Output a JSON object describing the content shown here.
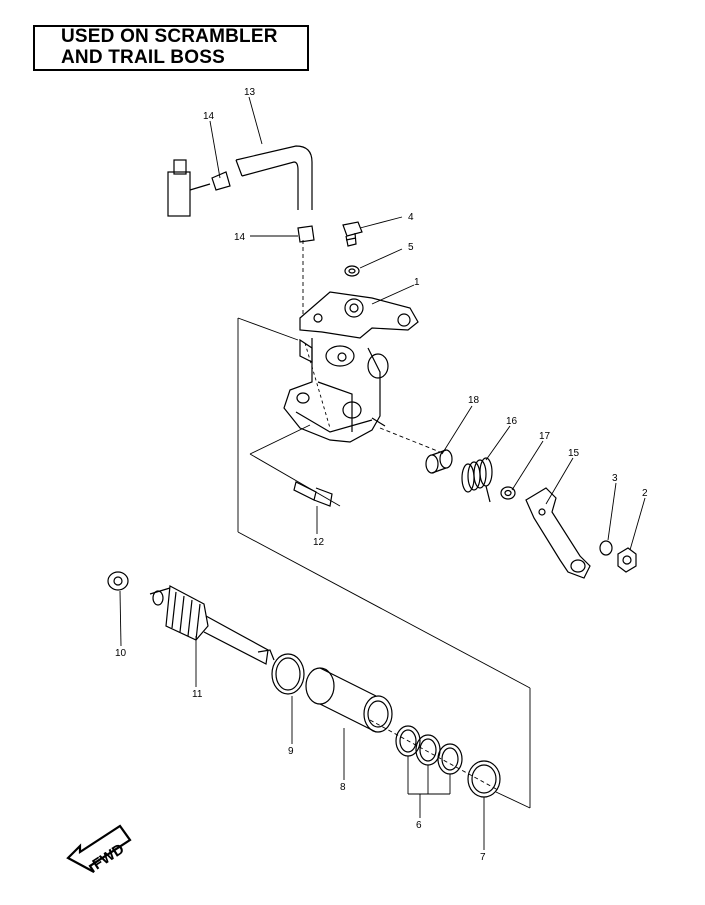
{
  "header": {
    "line1": "USED ON SCRAMBLER",
    "line2": "AND TRAIL BOSS"
  },
  "callouts": {
    "p1": "1",
    "p2": "2",
    "p3": "3",
    "p4": "4",
    "p5": "5",
    "p6": "6",
    "p7": "7",
    "p8": "8",
    "p9": "9",
    "p10": "10",
    "p11": "11",
    "p12": "12",
    "p13": "13",
    "p14a": "14",
    "p14b": "14",
    "p15": "15",
    "p16": "16",
    "p17": "17",
    "p18": "18"
  },
  "direction_arrow": {
    "label": "FWD"
  }
}
